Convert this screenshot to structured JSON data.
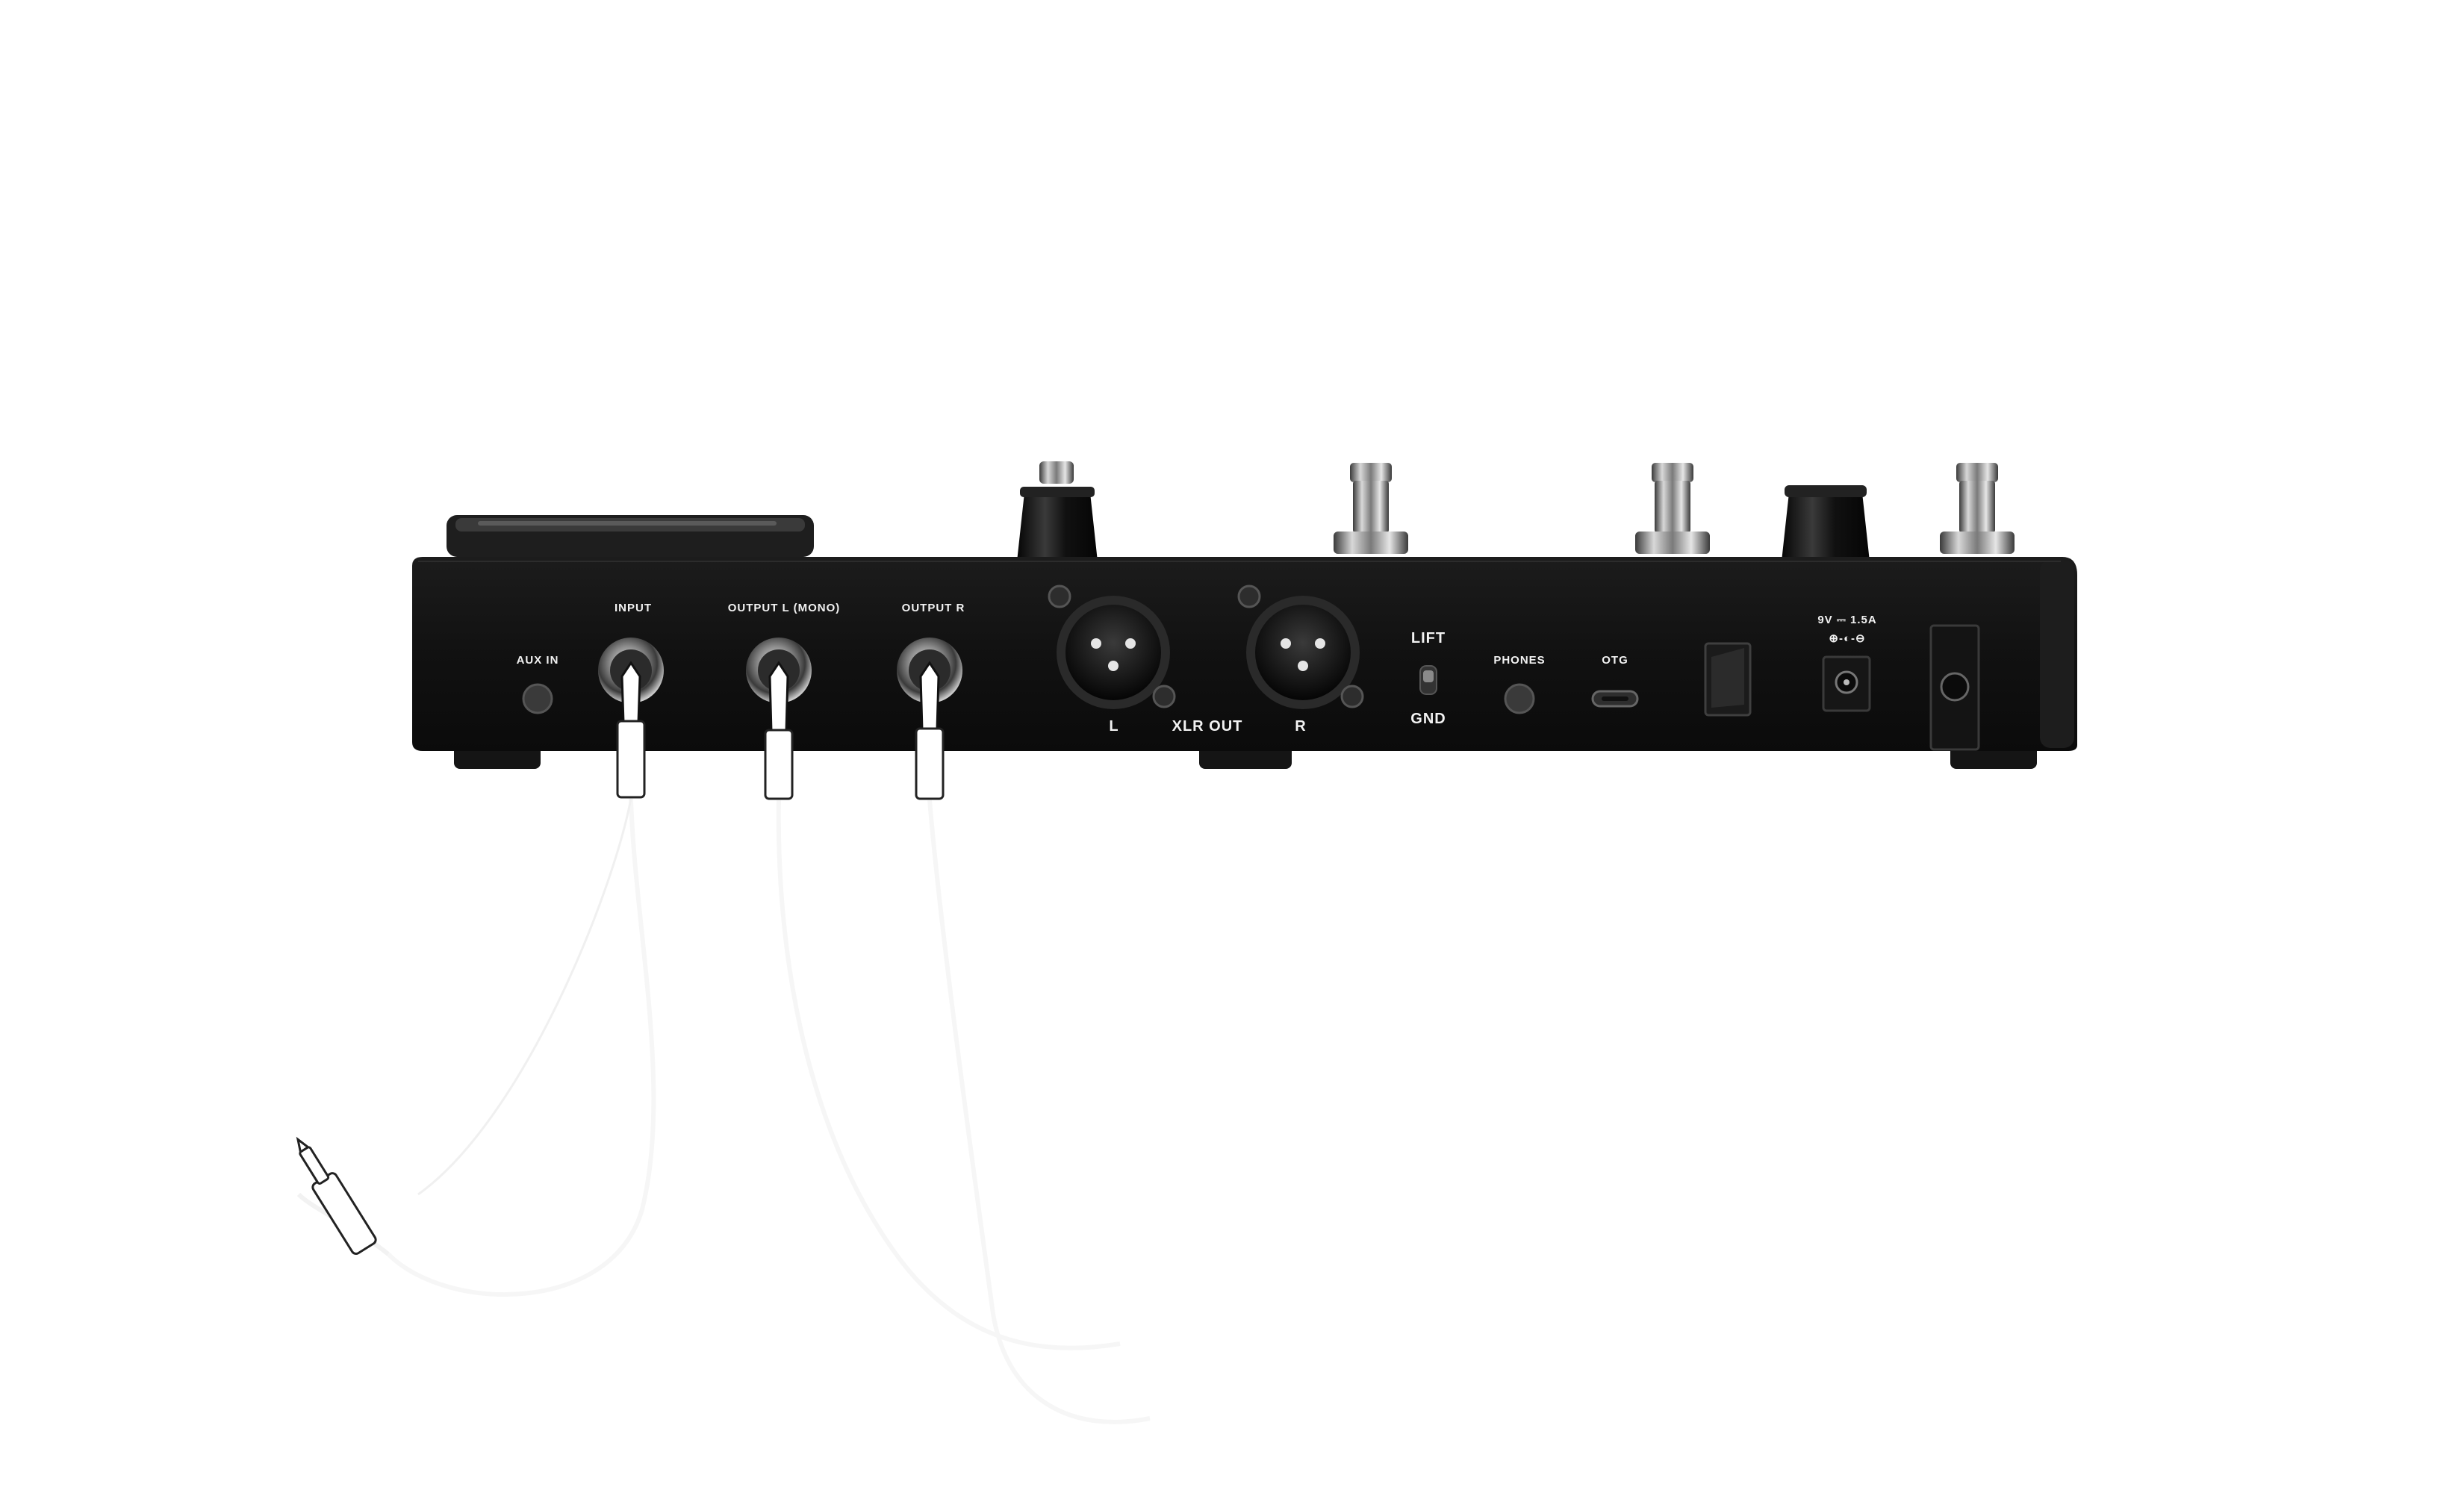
{
  "device": {
    "panel_labels": {
      "aux_in": "AUX IN",
      "input": "INPUT",
      "output_l": "OUTPUT L (MONO)",
      "output_r": "OUTPUT R",
      "xlr_l": "L",
      "xlr_out": "XLR OUT",
      "xlr_r": "R",
      "lift": "LIFT",
      "gnd": "GND",
      "phones": "PHONES",
      "otg": "OTG",
      "power_rating": "9V ⎓ 1.5A",
      "polarity_symbol": "⊕-◐-⊖"
    },
    "colors": {
      "body": "#121212",
      "body_edge": "#2a2a2a",
      "label_text": "#f2f2f2",
      "cable": "#ffffff",
      "background": "#ffffff"
    },
    "icons": [
      "jack-socket-icon",
      "xlr-socket-icon",
      "usb-c-port-icon",
      "dc-power-jack-icon",
      "footswitch-icon",
      "knob-icon",
      "ground-lift-switch-icon",
      "cable-plug-icon"
    ]
  }
}
